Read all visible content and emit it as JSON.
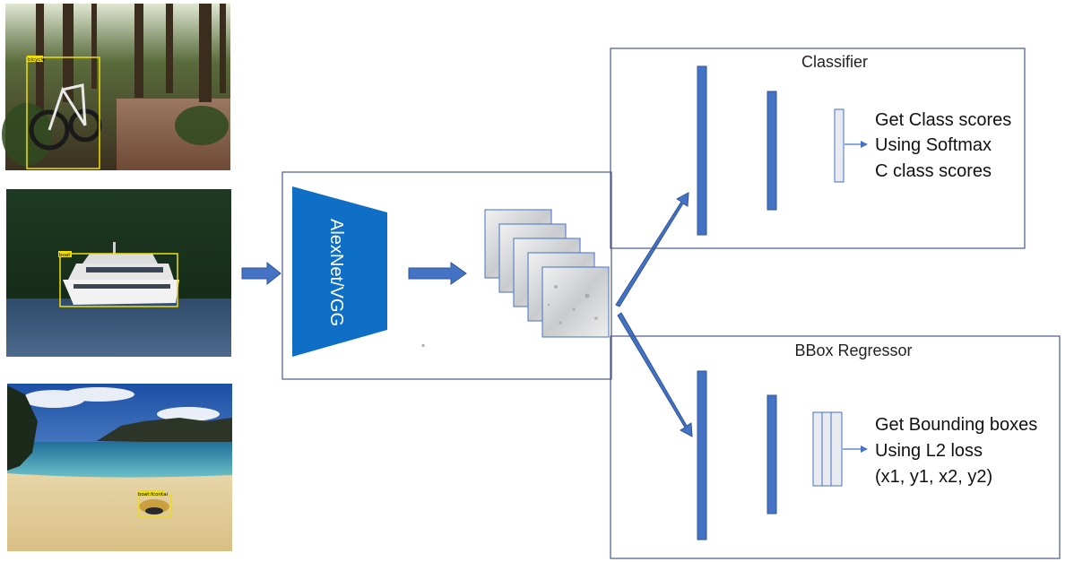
{
  "images": [
    {
      "label": "bicycle",
      "scene": "forest-trail"
    },
    {
      "label": "boat",
      "scene": "lake-yacht"
    },
    {
      "label": "boat:fcontai",
      "scene": "beach"
    }
  ],
  "backbone": {
    "label": "AlexNet/VGG"
  },
  "classifier": {
    "title": "Classifier",
    "lines": [
      "Get Class scores",
      "Using Softmax",
      "C class scores"
    ]
  },
  "regressor": {
    "title": "BBox Regressor",
    "lines": [
      "Get Bounding boxes",
      "Using L2 loss",
      "(x1, y1, x2, y2)"
    ]
  },
  "colors": {
    "accent": "#4472c4",
    "backbone": "#0f6fc6",
    "box_border": "#4a5b8c",
    "bbox": "#f0e000"
  }
}
